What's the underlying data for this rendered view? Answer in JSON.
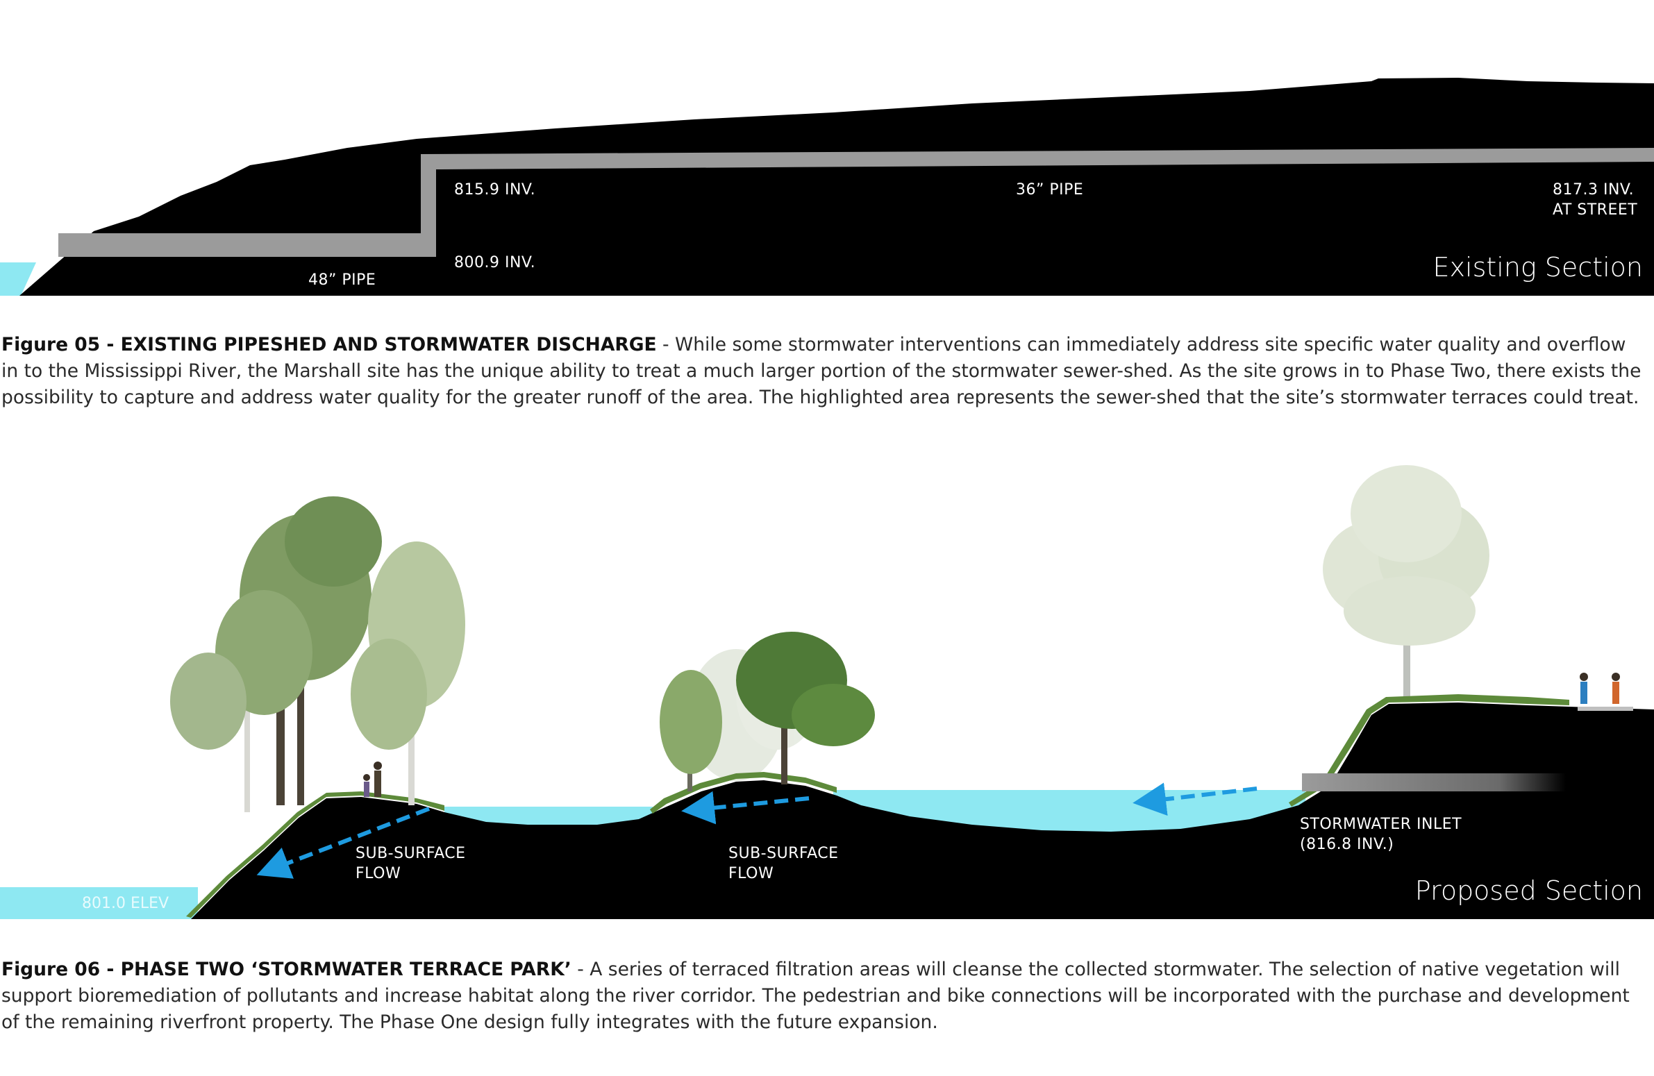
{
  "existing_section": {
    "title": "Existing Section",
    "labels": {
      "inv_815": "815.9 INV.",
      "pipe_36": "36” PIPE",
      "inv_817_line1": "817.3 INV.",
      "inv_817_line2": "AT STREET",
      "inv_800": "800.9 INV.",
      "pipe_48": "48” PIPE"
    }
  },
  "figure05": {
    "label": "Figure 05 - EXISTING PIPESHED AND STORMWATER DISCHARGE",
    "text": " - While some stormwater interventions can immediately address site specific water quality and overflow in to the Mississippi River, the Marshall site has the unique ability to treat a much larger portion of the stormwater sewer-shed. As the site grows in to Phase Two, there exists the possibility to capture and address water quality for the greater runoff of the area. The highlighted area represents the sewer-shed that the site’s stormwater terraces could treat."
  },
  "proposed_section": {
    "title": "Proposed Section",
    "labels": {
      "flow1_line1": "SUB-SURFACE",
      "flow1_line2": "FLOW",
      "flow2_line1": "SUB-SURFACE",
      "flow2_line2": "FLOW",
      "inlet_line1": "STORMWATER INLET",
      "inlet_line2": "(816.8 INV.)",
      "elev": "801.0 ELEV"
    }
  },
  "figure06": {
    "label": "Figure 06 - PHASE TWO ‘STORMWATER TERRACE PARK’",
    "text": " - A series of terraced filtration areas will cleanse the collected stormwater. The selection of native vegetation will support bioremediation of pollutants and increase habitat along the river corridor. The pedestrian and bike connections will be incorporated with the purchase and development of the remaining riverfront property. The Phase One design fully integrates with the future expansion."
  },
  "colors": {
    "ground": "#000000",
    "pipe": "#9b9b9b",
    "water": "#8ee8f2",
    "flow_arrow": "#1e9be0"
  }
}
